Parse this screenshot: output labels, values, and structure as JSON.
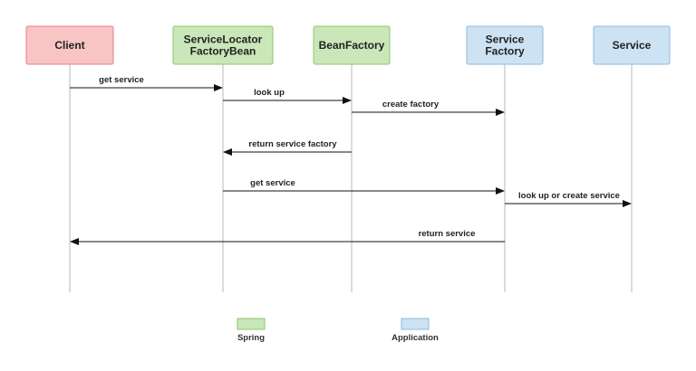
{
  "participants": [
    {
      "id": "client",
      "lines": [
        "Client"
      ],
      "group": "client"
    },
    {
      "id": "service-locator-factory-bean",
      "lines": [
        "ServiceLocator",
        "FactoryBean"
      ],
      "group": "spring"
    },
    {
      "id": "bean-factory",
      "lines": [
        "BeanFactory"
      ],
      "group": "spring"
    },
    {
      "id": "service-factory",
      "lines": [
        "Service",
        "Factory"
      ],
      "group": "application"
    },
    {
      "id": "service",
      "lines": [
        "Service"
      ],
      "group": "application"
    }
  ],
  "messages": [
    {
      "label": "get service",
      "from": "client",
      "to": "service-locator-factory-bean"
    },
    {
      "label": "look up",
      "from": "service-locator-factory-bean",
      "to": "bean-factory"
    },
    {
      "label": "create factory",
      "from": "bean-factory",
      "to": "service-factory"
    },
    {
      "label": "return service factory",
      "from": "bean-factory",
      "to": "service-locator-factory-bean"
    },
    {
      "label": "get service",
      "from": "service-locator-factory-bean",
      "to": "service-factory"
    },
    {
      "label": "look up or create service",
      "from": "service-factory",
      "to": "service"
    },
    {
      "label": "return service",
      "from": "service-factory",
      "to": "client"
    }
  ],
  "legend": [
    {
      "group": "spring",
      "label": "Spring"
    },
    {
      "group": "application",
      "label": "Application"
    }
  ],
  "colors": {
    "client": {
      "fill": "#f9c4c4",
      "stroke": "#e8807e"
    },
    "spring": {
      "fill": "#c9e7b8",
      "stroke": "#8ec671"
    },
    "application": {
      "fill": "#cde3f4",
      "stroke": "#8db8dc"
    },
    "lifeline": "#b8b8b8",
    "arrow": "#111111"
  }
}
